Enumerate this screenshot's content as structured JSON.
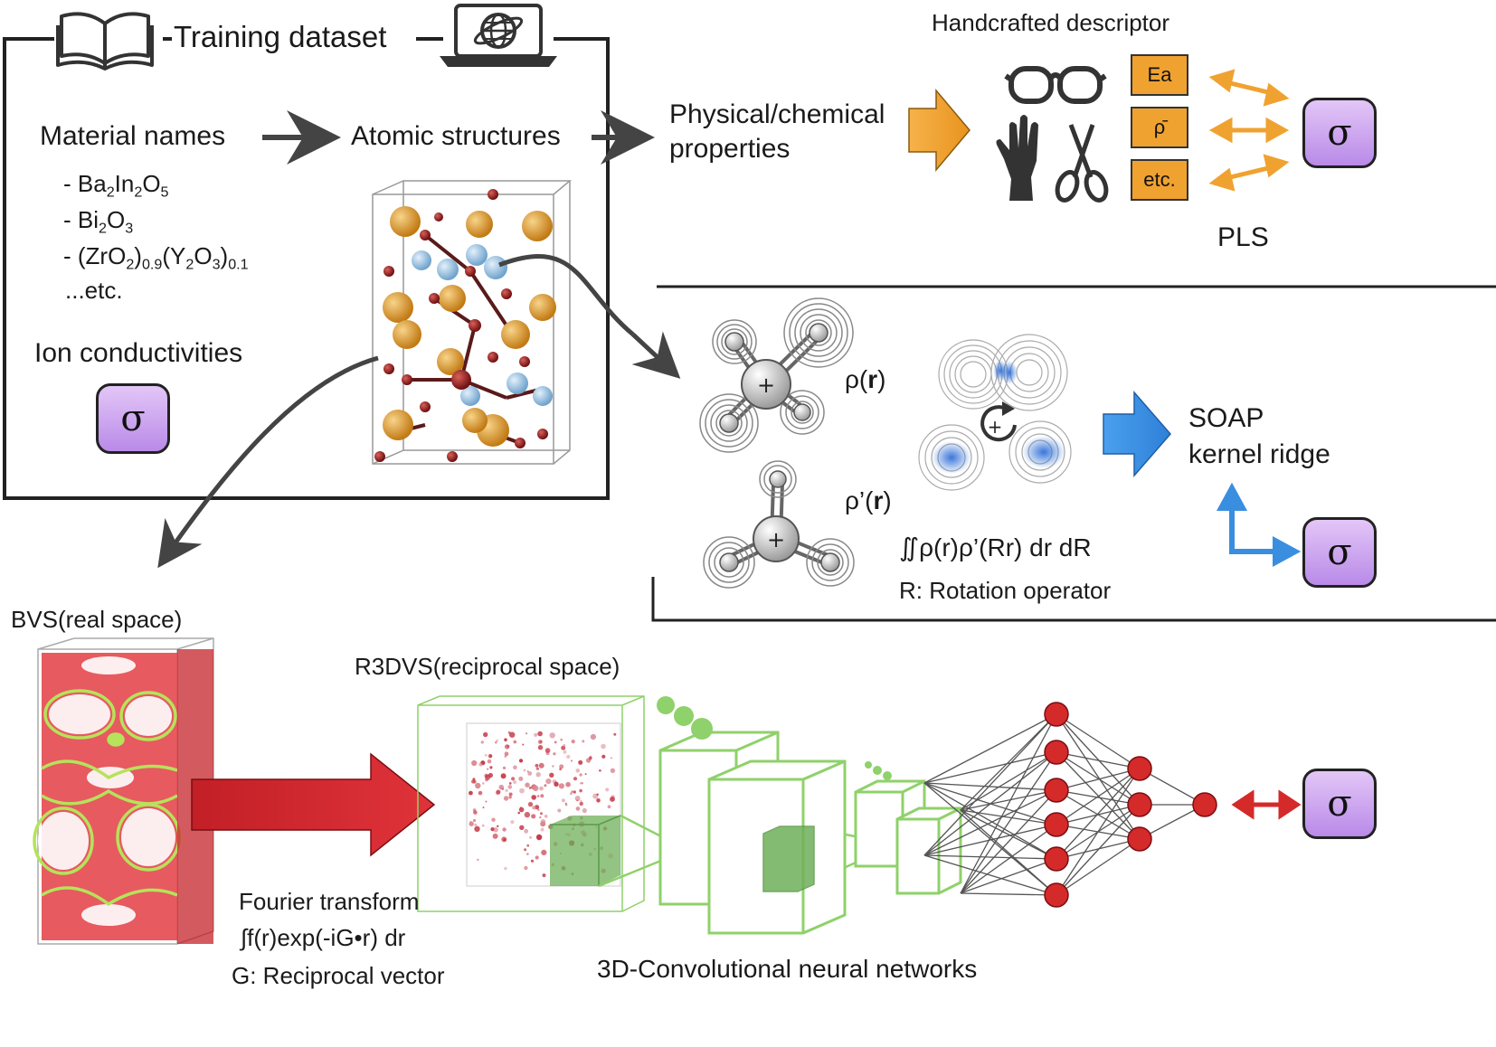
{
  "training": {
    "title": "Training dataset",
    "material_names_label": "Material names",
    "atomic_structures_label": "Atomic structures",
    "examples": [
      {
        "parts": [
          [
            "- Ba",
            ""
          ],
          [
            "2",
            "sub"
          ],
          [
            "In",
            ""
          ],
          [
            "2",
            "sub"
          ],
          [
            "O",
            ""
          ],
          [
            "5",
            "sub"
          ]
        ]
      },
      {
        "parts": [
          [
            "- Bi",
            ""
          ],
          [
            "2",
            "sub"
          ],
          [
            "O",
            ""
          ],
          [
            "3",
            "sub"
          ]
        ]
      },
      {
        "parts": [
          [
            "- (ZrO",
            ""
          ],
          [
            "2",
            "sub"
          ],
          [
            ")",
            ""
          ],
          [
            "0.9",
            "sub"
          ],
          [
            "(Y",
            ""
          ],
          [
            "2",
            "sub"
          ],
          [
            "O",
            ""
          ],
          [
            "3",
            "sub"
          ],
          [
            ")",
            ""
          ],
          [
            "0.1",
            "sub"
          ]
        ]
      }
    ],
    "etc_label": "...etc.",
    "ion_conductivities_label": "Ion conductivities"
  },
  "sigma_symbol": "σ",
  "handcrafted": {
    "title": "Handcrafted descriptor",
    "properties_line1": "Physical/chemical",
    "properties_line2": "properties",
    "descriptor_boxes": [
      "Ea",
      "ρ̄",
      "etc."
    ],
    "method_label": "PLS"
  },
  "soap": {
    "rho_label": "ρ(",
    "rho_bold": "r",
    "rho_close": ")",
    "rho_prime_label": "ρ’(",
    "rho_prime_bold": "r",
    "rho_prime_close": ")",
    "integral": "∬ρ(r)ρ’(Rr) dr dR",
    "rotation_note": "R: Rotation operator",
    "method_line1": "SOAP",
    "method_line2": "kernel ridge"
  },
  "cnn": {
    "bvs_label": "BVS(real space)",
    "r3dvs_label": "R3DVS(reciprocal space)",
    "fourier_label": "Fourier transform",
    "fourier_formula": "∫f(r)exp(-iG•r) dr",
    "reciprocal_note": "G: Reciprocal vector",
    "network_label": "3D-Convolutional neural networks"
  },
  "colors": {
    "orange": "#f0a230",
    "blue": "#3a8ee0",
    "red": "#d42a2a",
    "green": "#8fd16a",
    "sigma_gradient": [
      "#e3c6f7",
      "#b98ae8"
    ]
  },
  "icons": [
    "book-icon",
    "laptop-globe-icon",
    "glasses-icon",
    "glove-icon",
    "scissors-icon"
  ]
}
